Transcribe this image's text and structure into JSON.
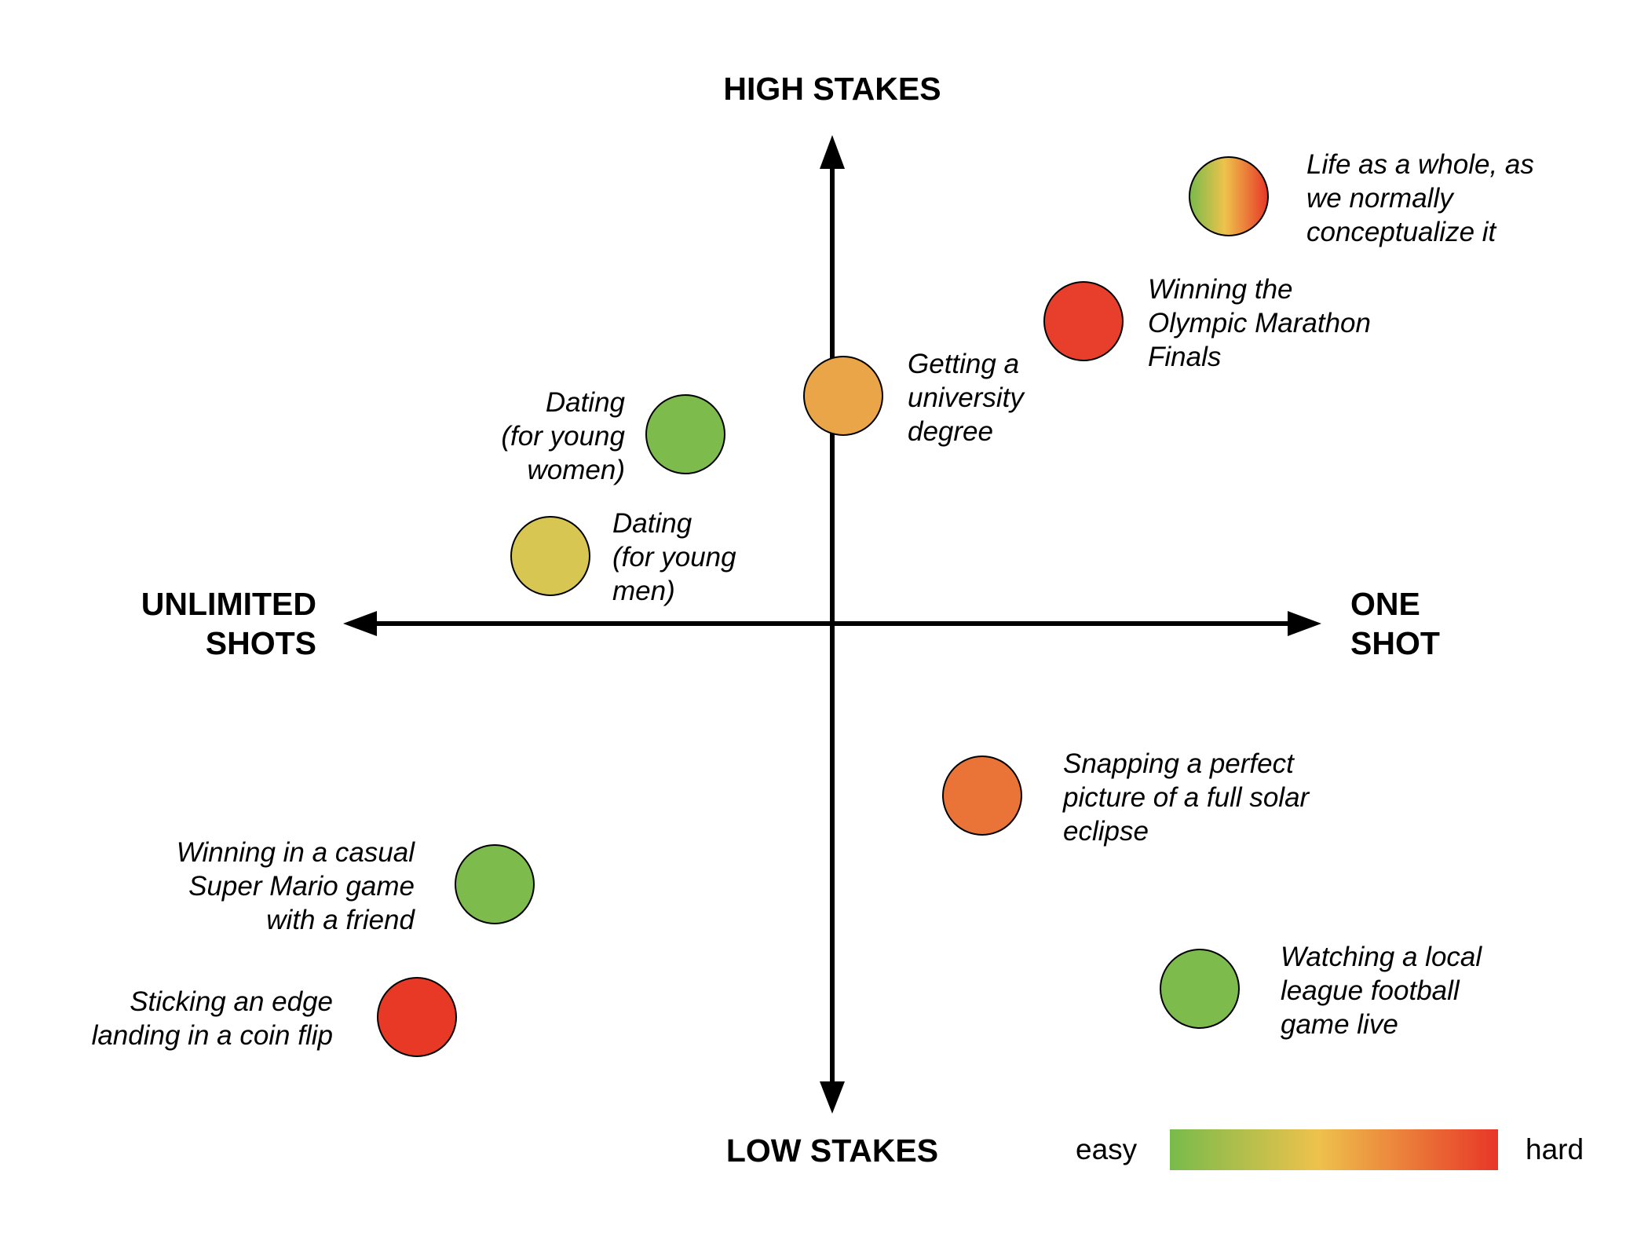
{
  "axes": {
    "top": "HIGH STAKES",
    "bottom": "LOW STAKES",
    "left": "UNLIMITED\nSHOTS",
    "right": "ONE\nSHOT"
  },
  "items": [
    {
      "id": "life",
      "label": "Life as a whole, as\nwe normally\nconceptualize it",
      "difficulty": "easy-to-hard",
      "fill": "gradient"
    },
    {
      "id": "olympic",
      "label": "Winning the\nOlympic Marathon\nFinals",
      "difficulty": "hard",
      "fill": "#e83f2c"
    },
    {
      "id": "university",
      "label": "Getting a\nuniversity\ndegree",
      "difficulty": "medium",
      "fill": "#e9a548"
    },
    {
      "id": "dating-women",
      "label": "Dating\n(for young\nwomen)",
      "difficulty": "easy",
      "fill": "#7dbb4d"
    },
    {
      "id": "dating-men",
      "label": "Dating\n(for young\nmen)",
      "difficulty": "medium-easy",
      "fill": "#d8c653"
    },
    {
      "id": "eclipse",
      "label": "Snapping a perfect\npicture of a full solar\neclipse",
      "difficulty": "medium-hard",
      "fill": "#ea7338"
    },
    {
      "id": "mario",
      "label": "Winning in a casual\nSuper Mario game\nwith a friend",
      "difficulty": "easy",
      "fill": "#7dbb4d"
    },
    {
      "id": "football",
      "label": "Watching a local\nleague football\ngame live",
      "difficulty": "easy",
      "fill": "#7dbb4d"
    },
    {
      "id": "coin",
      "label": "Sticking an edge\nlanding in a coin flip",
      "difficulty": "hard",
      "fill": "#e83826"
    }
  ],
  "legend": {
    "easy": "easy",
    "hard": "hard",
    "gradient": [
      "#78bb4b",
      "#eec24c",
      "#e83627"
    ]
  }
}
